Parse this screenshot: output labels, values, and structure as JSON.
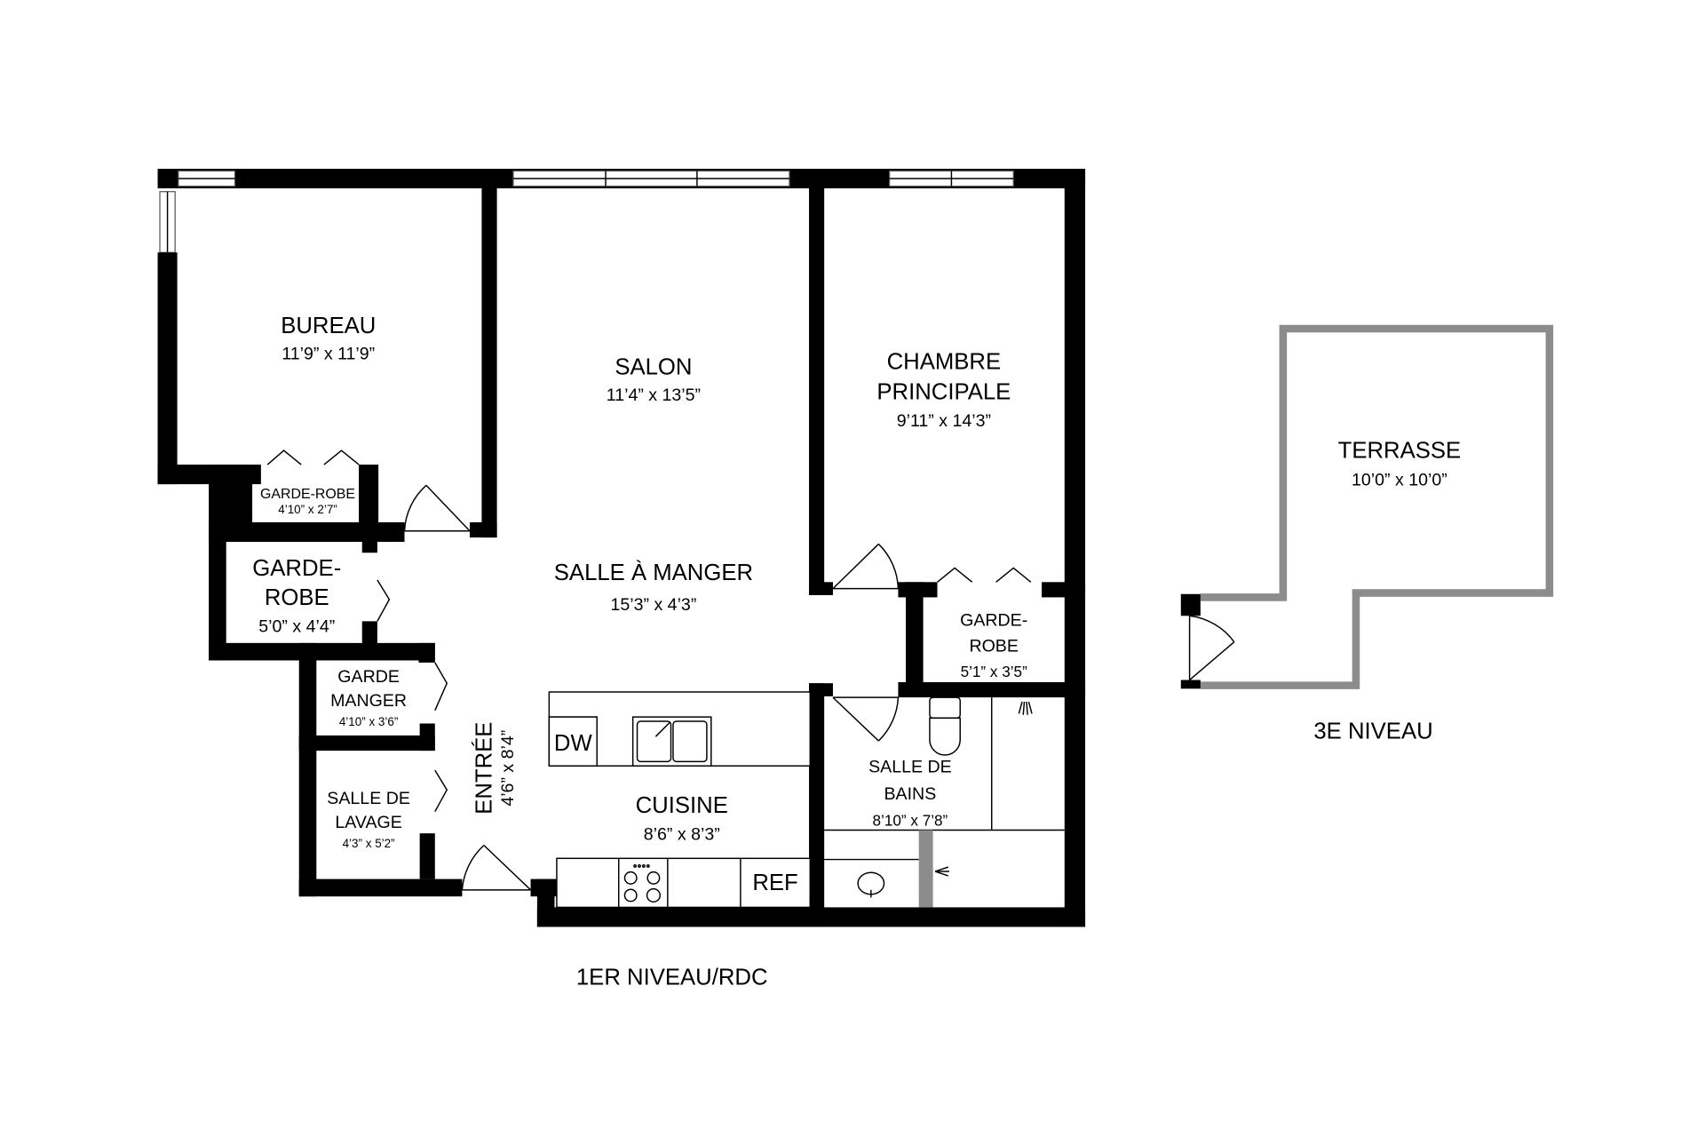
{
  "plans": {
    "ground": {
      "level_label": "1ER NIVEAU/RDC",
      "rooms": {
        "bureau": {
          "name": "BUREAU",
          "dims": "11’9” x 11’9”"
        },
        "salon": {
          "name": "SALON",
          "dims": "11’4” x 13’5”"
        },
        "chambre": {
          "name_line1": "CHAMBRE",
          "name_line2": "PRINCIPALE",
          "dims": "9’11” x 14’3”"
        },
        "garde_robe_bureau": {
          "name": "GARDE-ROBE",
          "dims": "4’10” x 2’7”"
        },
        "garde_robe_entree": {
          "name_line1": "GARDE-",
          "name_line2": "ROBE",
          "dims": "5’0” x 4’4”"
        },
        "salle_a_manger": {
          "name": "SALLE À MANGER",
          "dims": "15’3” x 4’3”"
        },
        "garde_robe_chambre": {
          "name_line1": "GARDE-",
          "name_line2": "ROBE",
          "dims": "5’1” x 3’5”"
        },
        "garde_manger": {
          "name_line1": "GARDE",
          "name_line2": "MANGER",
          "dims": "4’10” x 3’6”"
        },
        "entree": {
          "name": "ENTRÉE",
          "dims": "4’6” x 8’4”"
        },
        "salle_de_lavage": {
          "name_line1": "SALLE DE",
          "name_line2": "LAVAGE",
          "dims": "4’3” x 5’2”"
        },
        "cuisine": {
          "name": "CUISINE",
          "dims": "8’6” x 8’3”"
        },
        "salle_de_bains": {
          "name_line1": "SALLE DE",
          "name_line2": "BAINS",
          "dims": "8’10” x 7’8”"
        }
      },
      "fixtures": {
        "dishwasher": "DW",
        "refrigerator": "REF"
      }
    },
    "third": {
      "level_label": "3E NIVEAU",
      "rooms": {
        "terrasse": {
          "name": "TERRASSE",
          "dims": "10’0” x 10’0”"
        }
      }
    }
  },
  "colors": {
    "wall": "#000000",
    "terrace_wall": "#8c8c8c",
    "background": "#ffffff"
  }
}
